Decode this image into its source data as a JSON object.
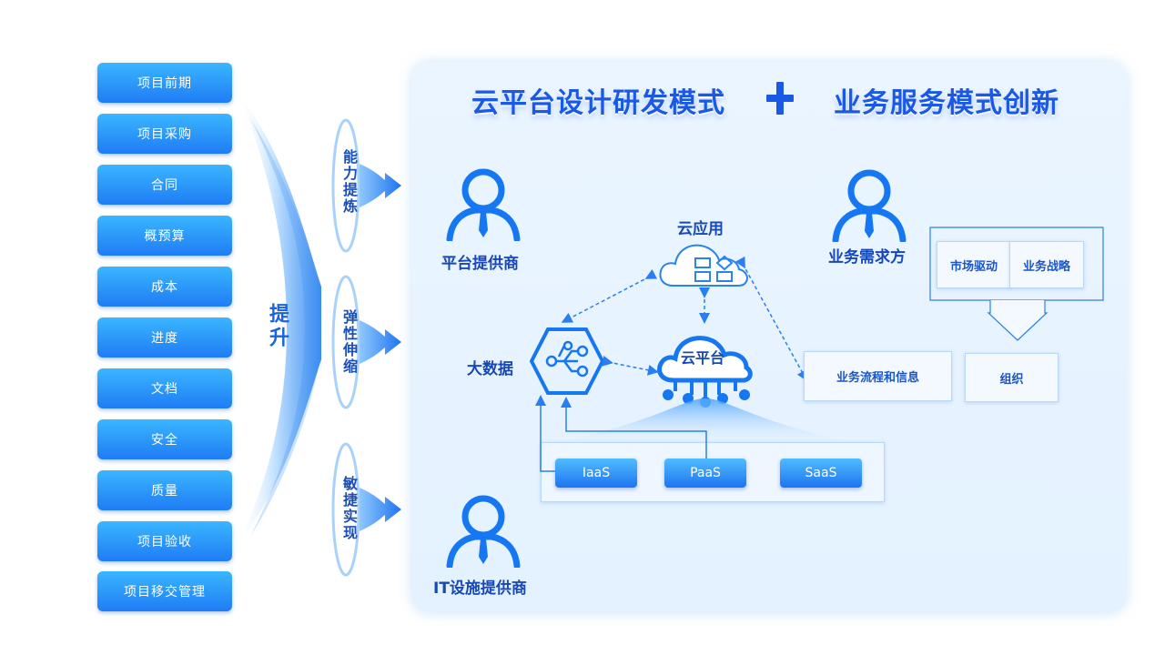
{
  "left_list": [
    "项目前期",
    "项目采购",
    "合同",
    "概预算",
    "成本",
    "进度",
    "文档",
    "安全",
    "质量",
    "项目验收",
    "项目移交管理"
  ],
  "lift_label": "提升",
  "lenses": [
    "能力提炼",
    "弹性伸缩",
    "敏捷实现"
  ],
  "title_left": "云平台设计研发模式",
  "title_right": "业务服务模式创新",
  "roles": {
    "platform_provider": "平台提供商",
    "business_demand": "业务需求方",
    "it_provider": "IT设施提供商"
  },
  "cloud_app": "云应用",
  "big_data": "大数据",
  "cloud_platform": "云平台",
  "market_drive": "市场驱动",
  "biz_strategy": "业务战略",
  "biz_process": "业务流程和信息",
  "organization": "组织",
  "services": [
    "IaaS",
    "PaaS",
    "SaaS"
  ],
  "colors": {
    "primary": "#1f7cf5",
    "title": "#1a58e6",
    "label": "#1648b6"
  }
}
